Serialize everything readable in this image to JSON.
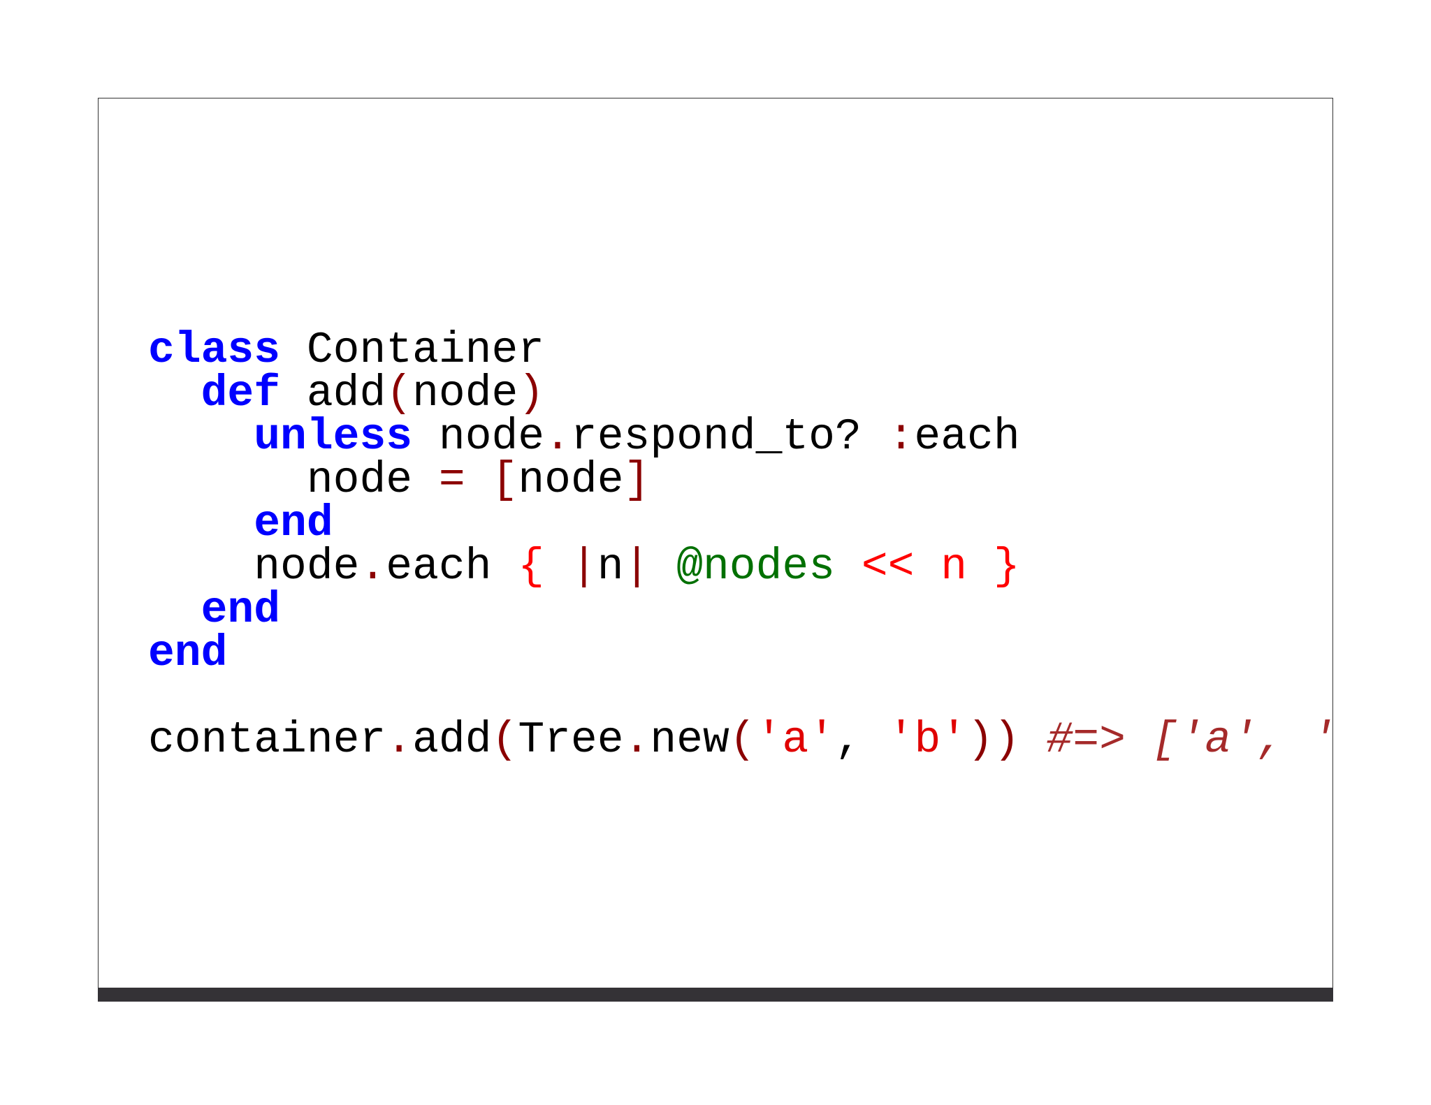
{
  "colors": {
    "keyword": "#0000ff",
    "operator": "#8b0000",
    "block": "#ff0000",
    "instance_variable": "#007000",
    "string": "#e00000",
    "comment": "#a52a2a",
    "bottom_bar": "#343236"
  },
  "code": {
    "language": "ruby",
    "lines": [
      [
        {
          "t": "kw",
          "v": "class"
        },
        {
          "t": "id",
          "v": " Container"
        }
      ],
      [
        {
          "t": "id",
          "v": "  "
        },
        {
          "t": "kw",
          "v": "def"
        },
        {
          "t": "id",
          "v": " add"
        },
        {
          "t": "op",
          "v": "("
        },
        {
          "t": "id",
          "v": "node"
        },
        {
          "t": "op",
          "v": ")"
        }
      ],
      [
        {
          "t": "id",
          "v": "    "
        },
        {
          "t": "kw",
          "v": "unless"
        },
        {
          "t": "id",
          "v": " node"
        },
        {
          "t": "op",
          "v": "."
        },
        {
          "t": "id",
          "v": "respond_to? "
        },
        {
          "t": "op",
          "v": ":"
        },
        {
          "t": "id",
          "v": "each"
        }
      ],
      [
        {
          "t": "id",
          "v": "      node "
        },
        {
          "t": "op",
          "v": "="
        },
        {
          "t": "id",
          "v": " "
        },
        {
          "t": "op",
          "v": "["
        },
        {
          "t": "id",
          "v": "node"
        },
        {
          "t": "op",
          "v": "]"
        }
      ],
      [
        {
          "t": "id",
          "v": "    "
        },
        {
          "t": "kw",
          "v": "end"
        }
      ],
      [
        {
          "t": "id",
          "v": "    node"
        },
        {
          "t": "op",
          "v": "."
        },
        {
          "t": "id",
          "v": "each "
        },
        {
          "t": "br",
          "v": "{"
        },
        {
          "t": "id",
          "v": " "
        },
        {
          "t": "op",
          "v": "|"
        },
        {
          "t": "id",
          "v": "n"
        },
        {
          "t": "op",
          "v": "|"
        },
        {
          "t": "id",
          "v": " "
        },
        {
          "t": "iv",
          "v": "@nodes"
        },
        {
          "t": "br",
          "v": " << n }"
        }
      ],
      [
        {
          "t": "id",
          "v": "  "
        },
        {
          "t": "kw",
          "v": "end"
        }
      ],
      [
        {
          "t": "kw",
          "v": "end"
        }
      ],
      [
        {
          "t": "id",
          "v": " "
        }
      ],
      [
        {
          "t": "id",
          "v": "container"
        },
        {
          "t": "op",
          "v": "."
        },
        {
          "t": "id",
          "v": "add"
        },
        {
          "t": "op",
          "v": "("
        },
        {
          "t": "id",
          "v": "Tree"
        },
        {
          "t": "op",
          "v": "."
        },
        {
          "t": "id",
          "v": "new"
        },
        {
          "t": "op",
          "v": "("
        },
        {
          "t": "str",
          "v": "'a'"
        },
        {
          "t": "id",
          "v": ", "
        },
        {
          "t": "str",
          "v": "'b'"
        },
        {
          "t": "op",
          "v": "))"
        },
        {
          "t": "id",
          "v": " "
        },
        {
          "t": "cm",
          "v": "#=> ['a', '"
        }
      ]
    ]
  }
}
